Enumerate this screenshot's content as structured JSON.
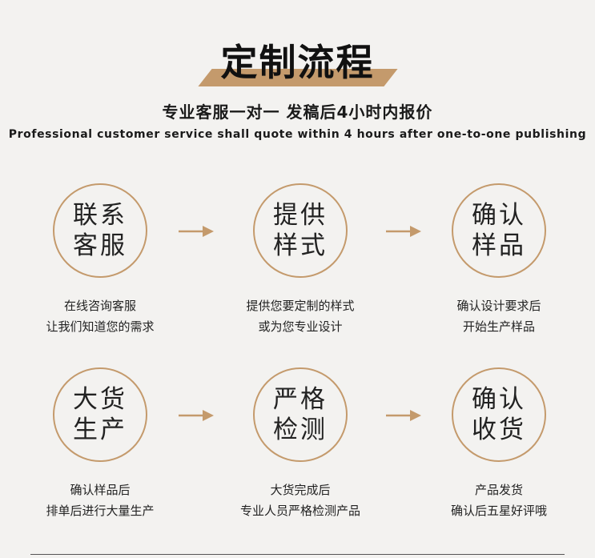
{
  "header": {
    "title": "定制流程",
    "subtitle": "专业客服一对一 发稿后4小时内报价",
    "subtitle_en": "Professional customer service shall quote within 4 hours after one-to-one publishing"
  },
  "steps": [
    {
      "title_line1": "联系",
      "title_line2": "客服",
      "desc_line1": "在线咨询客服",
      "desc_line2": "让我们知道您的需求"
    },
    {
      "title_line1": "提供",
      "title_line2": "样式",
      "desc_line1": "提供您要定制的样式",
      "desc_line2": "或为您专业设计"
    },
    {
      "title_line1": "确认",
      "title_line2": "样品",
      "desc_line1": "确认设计要求后",
      "desc_line2": "开始生产样品"
    },
    {
      "title_line1": "大货",
      "title_line2": "生产",
      "desc_line1": "确认样品后",
      "desc_line2": "排单后进行大量生产"
    },
    {
      "title_line1": "严格",
      "title_line2": "检测",
      "desc_line1": "大货完成后",
      "desc_line2": "专业人员严格检测产品"
    },
    {
      "title_line1": "确认",
      "title_line2": "收货",
      "desc_line1": "产品发货",
      "desc_line2": "确认后五星好评哦"
    }
  ],
  "colors": {
    "accent": "#c49a6c",
    "background": "#f3f2f0",
    "text": "#1a1a1a"
  },
  "icons": {
    "arrow": "arrow-right-icon"
  }
}
